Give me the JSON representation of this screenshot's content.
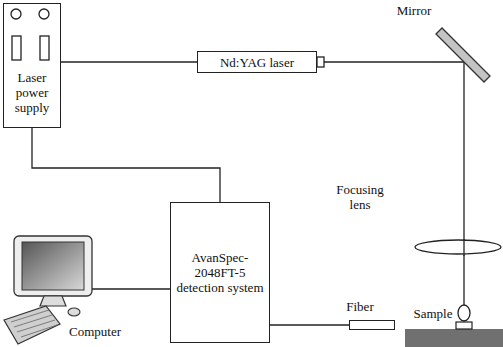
{
  "diagram": {
    "nodes": [
      {
        "text": [
          "Laser power supply"
        ]
      },
      {
        "text": [
          "Nd:YAG laser"
        ]
      },
      {
        "text": [
          "Mirror"
        ]
      },
      {
        "text": [
          "Focusing lens"
        ]
      },
      {
        "text": [
          "Sample"
        ]
      },
      {
        "text": [
          "AvanSpec-2048FT-5 detection system"
        ]
      },
      {
        "text": [
          "Fiber"
        ]
      },
      {
        "text": [
          "Computer"
        ]
      }
    ],
    "edges": [
      {
        "from": 0,
        "to": 1,
        "arrow": "none"
      },
      {
        "from": 0,
        "to": 5,
        "arrow": "none"
      },
      {
        "from": 1,
        "to": 2,
        "arrow": "none"
      },
      {
        "from": 2,
        "to": 3,
        "arrow": "none"
      },
      {
        "from": 3,
        "to": 4,
        "arrow": "none"
      },
      {
        "from": 5,
        "to": 6,
        "arrow": "none"
      },
      {
        "from": 5,
        "to": 7,
        "arrow": "none"
      }
    ]
  }
}
